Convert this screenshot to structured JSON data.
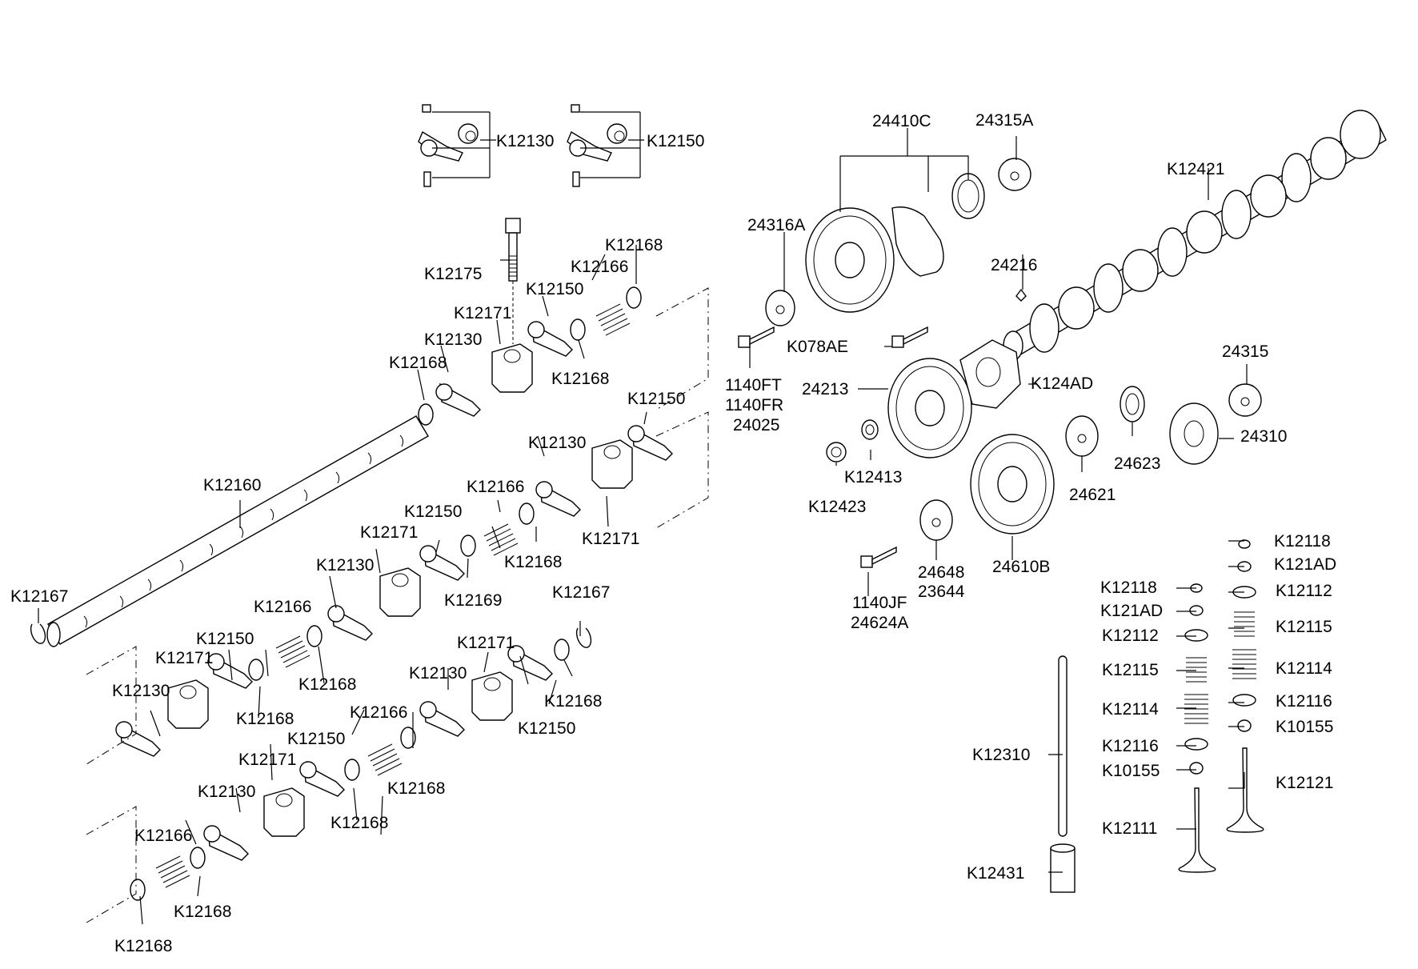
{
  "labels": {
    "l_k12130_top": "K12130",
    "l_k12150_top": "K12150",
    "l_24410c": "24410C",
    "l_24315a": "24315A",
    "l_k12421": "K12421",
    "l_24316a": "24316A",
    "l_24216": "24216",
    "l_k12168_a": "K12168",
    "l_k12166_a": "K12166",
    "l_k12175": "K12175",
    "l_k12150_a": "K12150",
    "l_k12171_a": "K12171",
    "l_k12130_a": "K12130",
    "l_k12168_b": "K12168",
    "l_k12168_c": "K12168",
    "l_k078ae": "K078AE",
    "l_1140ft": "1140FT",
    "l_1140fr": "1140FR",
    "l_24025": "24025",
    "l_24213": "24213",
    "l_k124ad": "K124AD",
    "l_24315": "24315",
    "l_k12150_b": "K12150",
    "l_k12130_b": "K12130",
    "l_k12160": "K12160",
    "l_k12166_b": "K12166",
    "l_k12413": "K12413",
    "l_k12423": "K12423",
    "l_24623": "24623",
    "l_24310": "24310",
    "l_24621": "24621",
    "l_k12150_c": "K12150",
    "l_k12171_b": "K12171",
    "l_k12168_d": "K12168",
    "l_k12171_c": "K12171",
    "l_k12169": "K12169",
    "l_24648": "24648",
    "l_23644": "23644",
    "l_24610b": "24610B",
    "l_k12167_a": "K12167",
    "l_k12167_b": "K12167",
    "l_k12130_c": "K12130",
    "l_k12166_c": "K12166",
    "l_1140jf": "1140JF",
    "l_24624a": "24624A",
    "l_k12118_r": "K12118",
    "l_k121ad_r": "K121AD",
    "l_k12112_r": "K12112",
    "l_k12115_r": "K12115",
    "l_k12114_r": "K12114",
    "l_k12116_r": "K12116",
    "l_k10155_r": "K10155",
    "l_k12121": "K12121",
    "l_k12118_l": "K12118",
    "l_k121ad_l": "K121AD",
    "l_k12112_l": "K12112",
    "l_k12115_l": "K12115",
    "l_k12114_l": "K12114",
    "l_k12116_l": "K12116",
    "l_k10155_l": "K10155",
    "l_k12111": "K12111",
    "l_k12310": "K12310",
    "l_k12431": "K12431",
    "l_k12150_d": "K12150",
    "l_k12171_d": "K12171",
    "l_k12168_e": "K12168",
    "l_k12130_d": "K12130",
    "l_k12168_f": "K12168",
    "l_k12168_g": "K12168",
    "l_k12150_e": "K12150",
    "l_k12130_e": "K12130",
    "l_k12171_e": "K12171",
    "l_k12166_d": "K12166",
    "l_k12150_f": "K12150",
    "l_k12168_h": "K12168",
    "l_k12171_f": "K12171",
    "l_k12168_i": "K12168",
    "l_k12130_f": "K12130",
    "l_k12166_e": "K12166",
    "l_k12168_j": "K12168",
    "l_k12168_k": "K12168"
  }
}
